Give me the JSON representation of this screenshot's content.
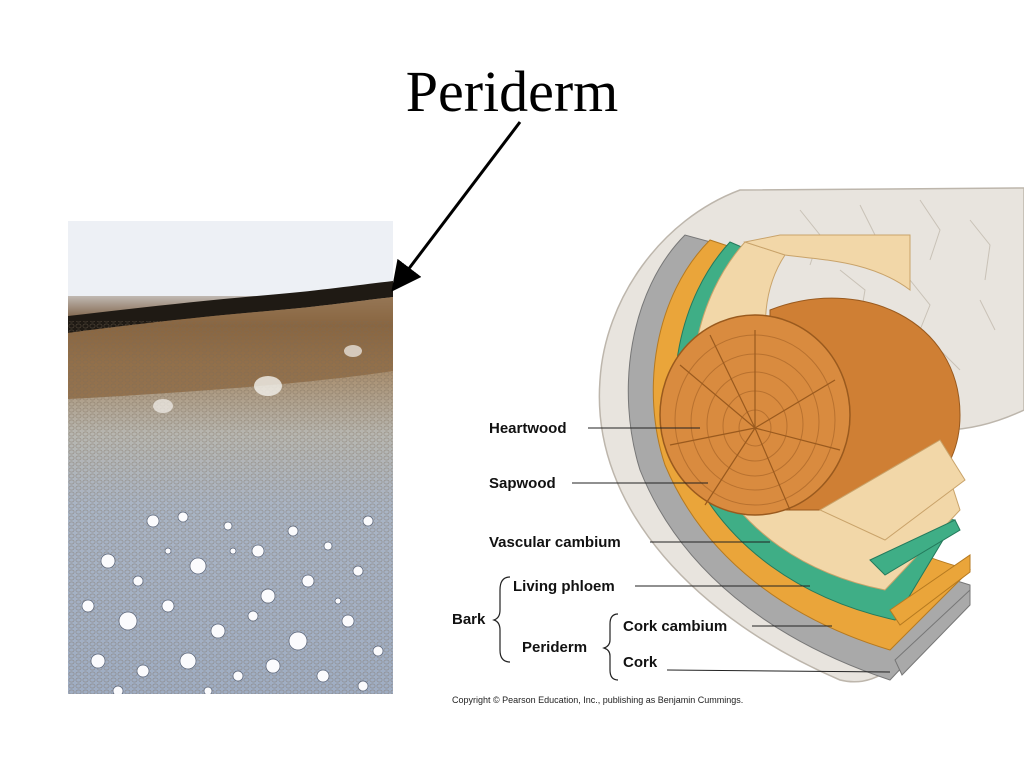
{
  "slide": {
    "title": "Periderm"
  },
  "diagram": {
    "labels": {
      "heartwood": "Heartwood",
      "sapwood": "Sapwood",
      "vascular_cambium": "Vascular cambium",
      "living_phloem": "Living phloem",
      "bark": "Bark",
      "periderm": "Periderm",
      "cork_cambium": "Cork cambium",
      "cork": "Cork"
    },
    "copyright": "Copyright © Pearson Education, Inc., publishing as Benjamin Cummings."
  },
  "colors": {
    "heartwood": "#d98b3f",
    "sapwood": "#f2d7a8",
    "vascular_cambium": "#3fae86",
    "living_phloem": "#eaa53a",
    "cork": "#a9a9a9",
    "outer_bark": "#e6e2dc"
  }
}
